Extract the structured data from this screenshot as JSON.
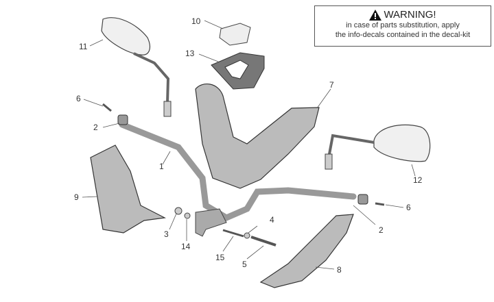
{
  "warning": {
    "icon": "warning-triangle-icon",
    "title": "WARNING!",
    "lines": [
      "in case of parts substitution, apply",
      "the info-decals contained in the decal-kit"
    ]
  },
  "parts": [
    {
      "id": "handlebar",
      "label": "1"
    },
    {
      "id": "bar-end-left",
      "label": "2"
    },
    {
      "id": "bar-end-right",
      "label": "2"
    },
    {
      "id": "washer-3",
      "label": "3"
    },
    {
      "id": "washer-4",
      "label": "4"
    },
    {
      "id": "bolt-5",
      "label": "5"
    },
    {
      "id": "screw-left",
      "label": "6"
    },
    {
      "id": "screw-right",
      "label": "6"
    },
    {
      "id": "upper-handlebar-cover",
      "label": "7"
    },
    {
      "id": "lower-cover-right",
      "label": "8"
    },
    {
      "id": "lower-cover-left",
      "label": "9"
    },
    {
      "id": "decal",
      "label": "10"
    },
    {
      "id": "mirror-left",
      "label": "11"
    },
    {
      "id": "mirror-right",
      "label": "12"
    },
    {
      "id": "dashboard-trim",
      "label": "13"
    },
    {
      "id": "nut-14",
      "label": "14"
    },
    {
      "id": "bolt-15",
      "label": "15"
    }
  ]
}
